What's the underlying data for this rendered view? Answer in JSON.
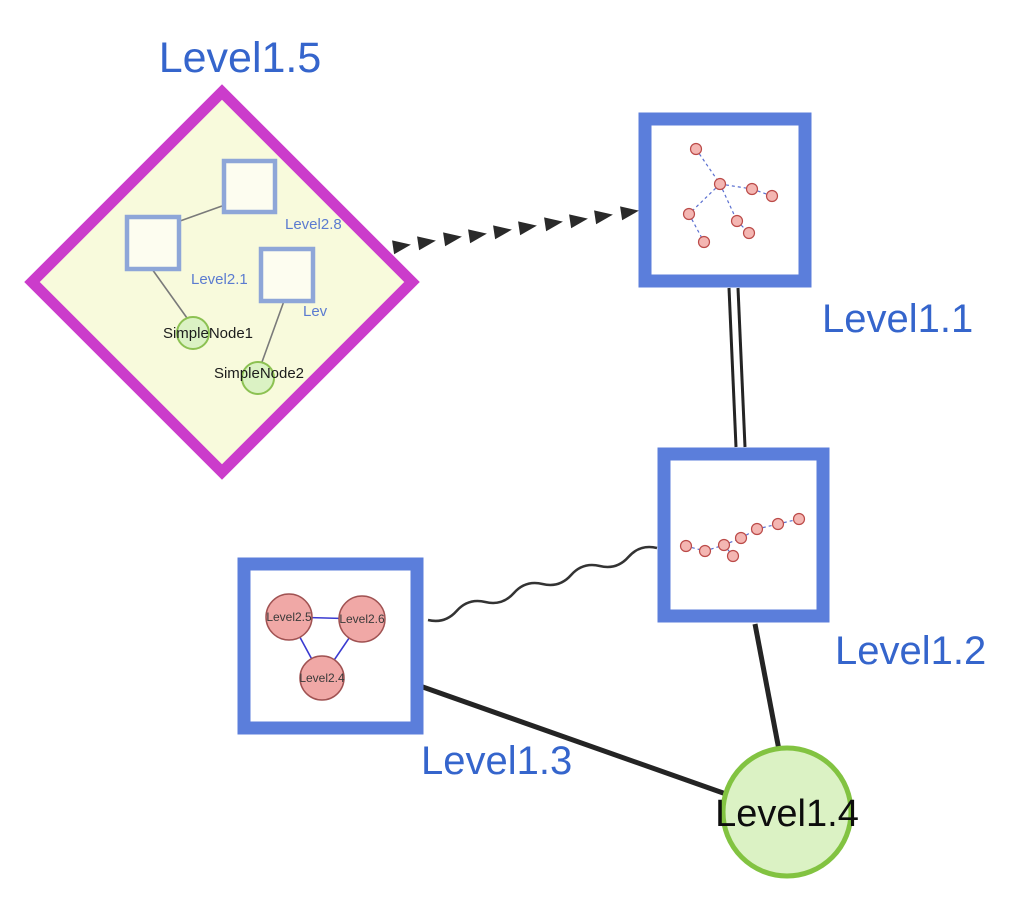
{
  "diagram": {
    "type": "nested-graph",
    "background": "#ffffff",
    "labels": {
      "level1_5": "Level1.5",
      "level1_1": "Level1.1",
      "level1_2": "Level1.2",
      "level1_3": "Level1.3",
      "level1_4": "Level1.4",
      "level2_8": "Level2.8",
      "level2_1": "Level2.1",
      "level2_truncated": "Lev",
      "simple_node1": "SimpleNode1",
      "simple_node2": "SimpleNode2",
      "level2_5": "Level2.5",
      "level2_6": "Level2.6",
      "level2_4": "Level2.4"
    },
    "colors": {
      "label_blue": "#3565cc",
      "group_border_magenta": "#cb3ccb",
      "group_fill_yellow": "#f8fadc",
      "square_border_blue": "#5b7edb",
      "inner_square_border": "#8ea6d8",
      "inner_square_fill": "#fdfdf0",
      "green_fill": "#dbf2c4",
      "green_border": "#82c341",
      "pink_fill": "#f4b6b2",
      "pink_border": "#a05252",
      "edge_dark": "#242424",
      "inner_edge_blue": "#3a3ad0",
      "dashed_edge_blue": "#5a6fd0"
    },
    "nodes": [
      {
        "id": "Level1.5",
        "shape": "diamond-group",
        "children": [
          "Level2.8",
          "Level2.1",
          "Lev",
          "SimpleNode1",
          "SimpleNode2"
        ]
      },
      {
        "id": "Level1.1",
        "shape": "square-group"
      },
      {
        "id": "Level1.2",
        "shape": "square-group"
      },
      {
        "id": "Level1.3",
        "shape": "square-group",
        "children": [
          "Level2.5",
          "Level2.6",
          "Level2.4"
        ]
      },
      {
        "id": "Level1.4",
        "shape": "circle"
      }
    ],
    "edges": [
      {
        "from": "Level1.5",
        "to": "Level1.1",
        "style": "bold-dashed-arrow"
      },
      {
        "from": "Level1.1",
        "to": "Level1.2",
        "style": "double-line"
      },
      {
        "from": "Level1.3",
        "to": "Level1.2",
        "style": "wavy"
      },
      {
        "from": "Level1.3",
        "to": "Level1.4",
        "style": "solid"
      },
      {
        "from": "Level1.2",
        "to": "Level1.4",
        "style": "solid"
      },
      {
        "from": "Level2.8",
        "to": "Level2.1",
        "style": "solid-thin"
      },
      {
        "from": "Level2.1",
        "to": "SimpleNode1",
        "style": "solid-thin"
      },
      {
        "from": "Lev",
        "to": "SimpleNode2",
        "style": "solid-thin"
      },
      {
        "from": "Level2.5",
        "to": "Level2.6",
        "style": "solid-thin-blue"
      },
      {
        "from": "Level2.5",
        "to": "Level2.4",
        "style": "solid-thin-blue"
      },
      {
        "from": "Level2.6",
        "to": "Level2.4",
        "style": "solid-thin-blue"
      }
    ]
  }
}
